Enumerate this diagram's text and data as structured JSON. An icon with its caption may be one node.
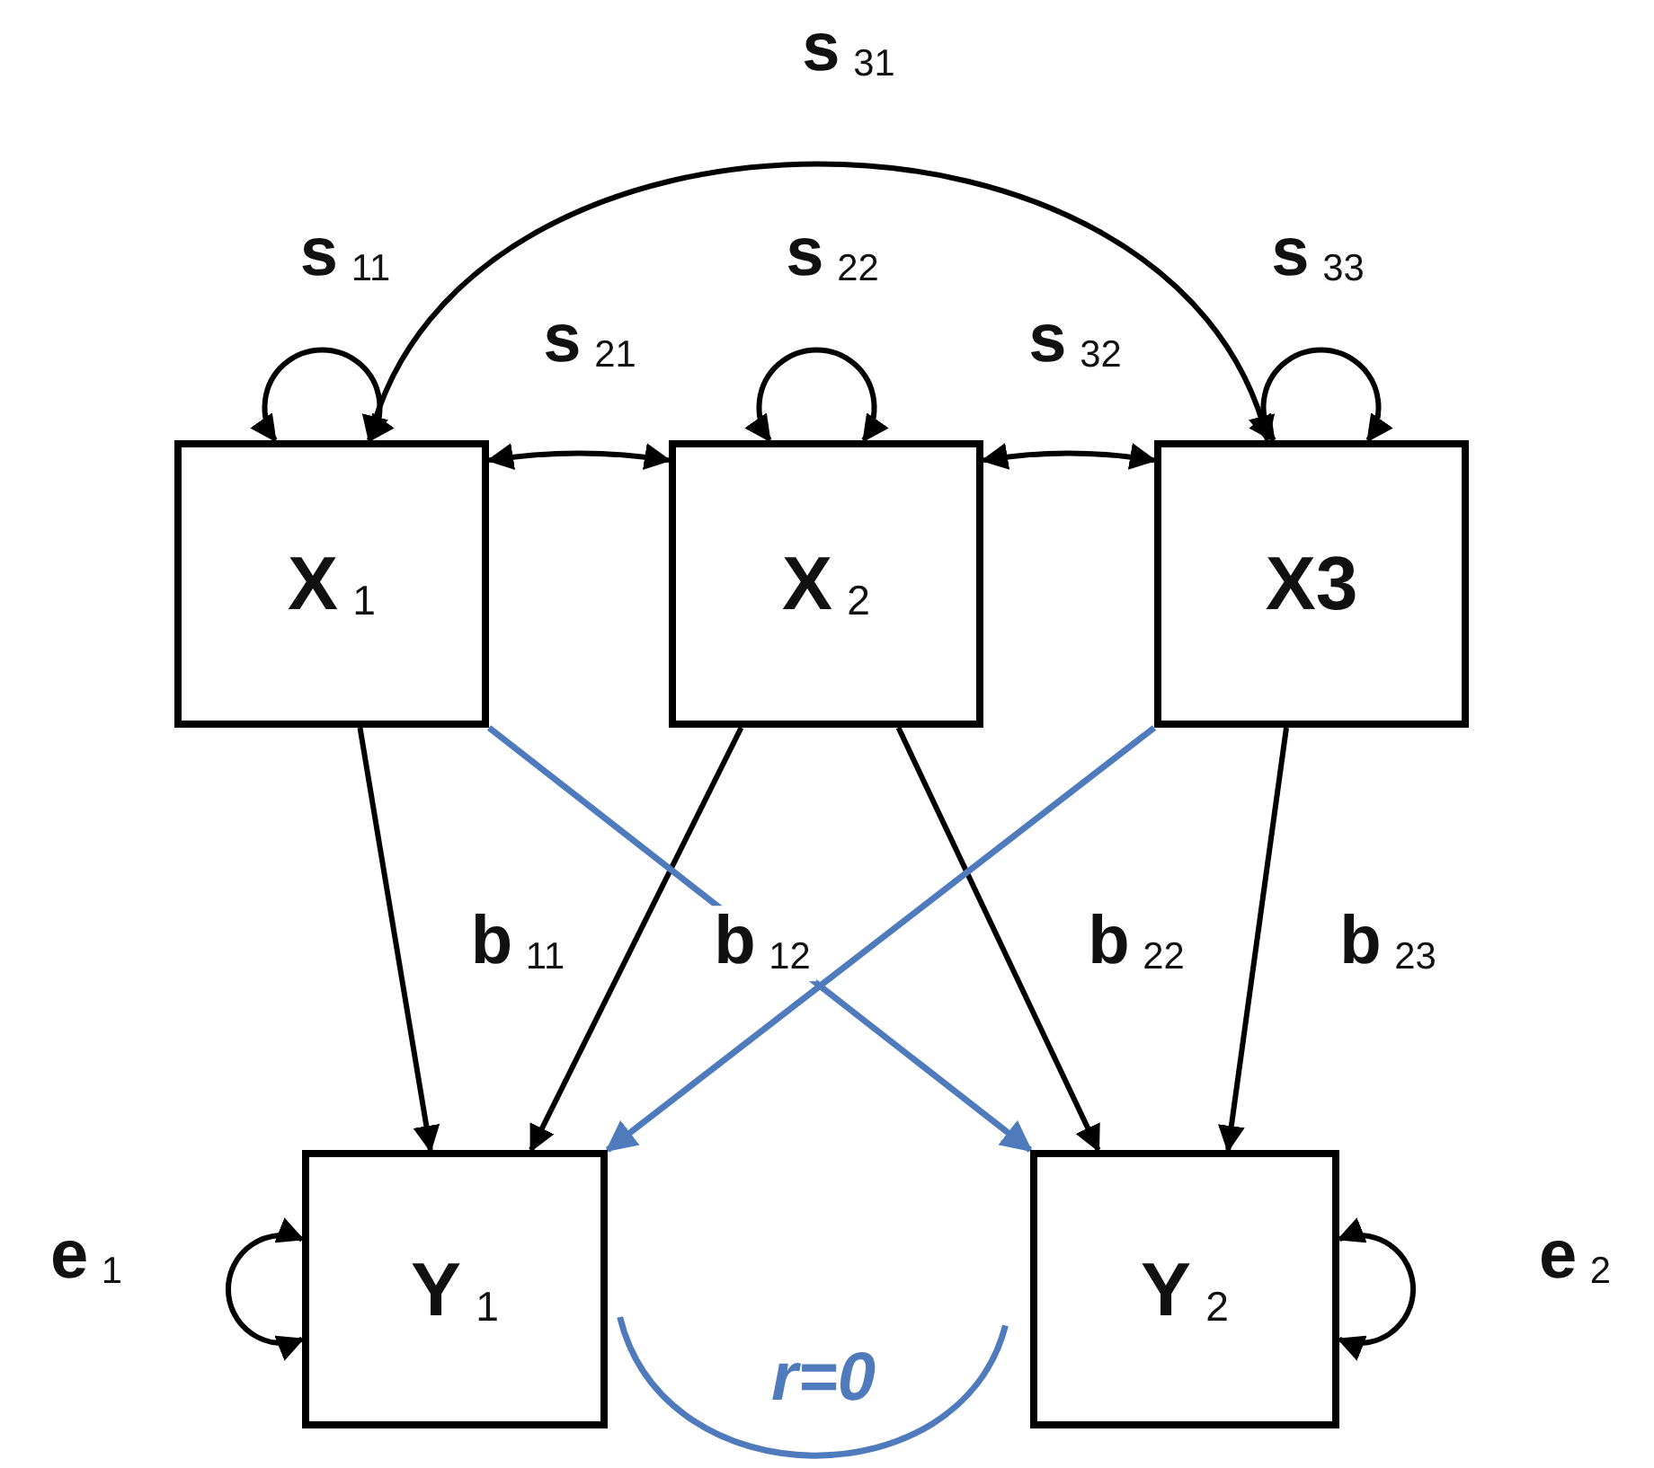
{
  "diagram": {
    "nodes": [
      {
        "text": [
          "X$_{1}$"
        ]
      },
      {
        "text": [
          "X$_{2}$"
        ]
      },
      {
        "text": [
          "X3"
        ]
      },
      {
        "text": [
          "Y$_{1}$"
        ]
      },
      {
        "text": [
          "Y$_{2}$"
        ]
      }
    ],
    "edges": [
      {
        "from": 0,
        "to": 3,
        "arrow": "to",
        "label": "b$_{11}$"
      },
      {
        "from": 1,
        "to": 3,
        "arrow": "to",
        "label": "b$_{12}$"
      },
      {
        "from": 1,
        "to": 4,
        "arrow": "to",
        "label": "b$_{22}$"
      },
      {
        "from": 2,
        "to": 4,
        "arrow": "to",
        "label": "b$_{23}$"
      },
      {
        "from": 0,
        "to": 1,
        "arrow": "both",
        "label": "s$_{21}$"
      },
      {
        "from": 1,
        "to": 2,
        "arrow": "both",
        "label": "s$_{32}$"
      },
      {
        "from": 0,
        "to": 2,
        "arrow": "both",
        "label": "s$_{31}$"
      },
      {
        "from": 0,
        "to": 0,
        "arrow": "both",
        "label": "s$_{11}$"
      },
      {
        "from": 1,
        "to": 1,
        "arrow": "both",
        "label": "s$_{22}$"
      },
      {
        "from": 2,
        "to": 2,
        "arrow": "both",
        "label": "s$_{33}$"
      },
      {
        "from": 3,
        "to": 3,
        "arrow": "both",
        "label": "e$_{1}$"
      },
      {
        "from": 4,
        "to": 4,
        "arrow": "both",
        "label": "e$_{2}$"
      },
      {
        "from": 0,
        "to": 4,
        "arrow": "to",
        "color": "#4f7bbd"
      },
      {
        "from": 2,
        "to": 3,
        "arrow": "to",
        "color": "#4f7bbd"
      },
      {
        "from": 3,
        "to": 4,
        "arrow": "none",
        "color": "#4f7bbd",
        "label": "r=0"
      }
    ]
  }
}
